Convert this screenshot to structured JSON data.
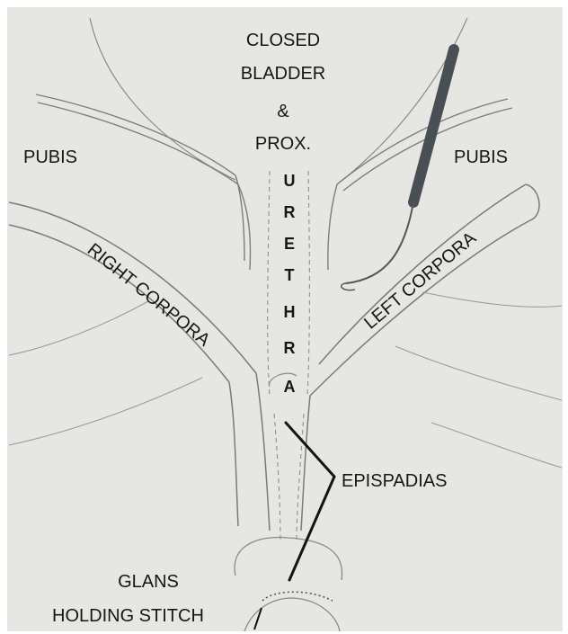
{
  "labels": {
    "top_line1": "CLOSED",
    "top_line2": "BLADDER",
    "top_line3": "&",
    "top_line4": "PROX.",
    "pubis_left": "PUBIS",
    "pubis_right": "PUBIS",
    "right_corpora": "RIGHT CORPORA",
    "left_corpora": "LEFT CORPORA",
    "urethra_letters": [
      "U",
      "R",
      "E",
      "T",
      "H",
      "R",
      "A"
    ],
    "epispadias": "EPISPADIAS",
    "glans_line1": "GLANS",
    "glans_line2": "HOLDING STITCH"
  },
  "colors": {
    "paper": "#e6e6e2",
    "sketch": "#8a8a8a",
    "ink": "#161616",
    "instrument": "#4a4f55"
  }
}
